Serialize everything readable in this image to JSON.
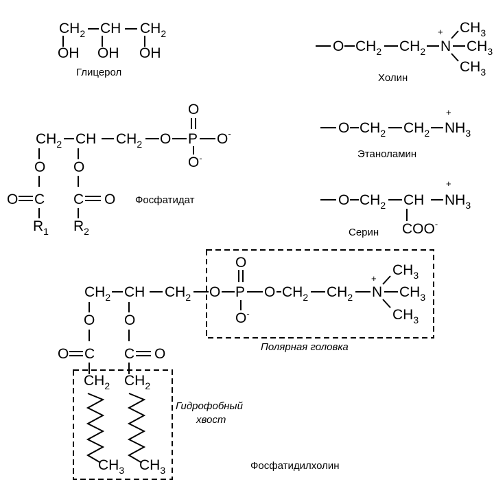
{
  "diagram": {
    "title": "Phospholipid structures",
    "molecules": {
      "glycerol": {
        "label": "Глицерол",
        "atoms": [
          "CH",
          "2",
          "CH",
          "CH",
          "2",
          "OH",
          "OH",
          "OH"
        ]
      },
      "choline": {
        "label": "Холин",
        "atoms": [
          "O",
          "CH",
          "2",
          "CH",
          "2",
          "N",
          "+",
          "CH",
          "3",
          "CH",
          "3",
          "CH",
          "3"
        ]
      },
      "phosphatidate": {
        "label": "Фосфатидат",
        "atoms": [
          "CH",
          "2",
          "CH",
          "CH",
          "2",
          "O",
          "P",
          "O",
          "O",
          "-",
          "O",
          "-",
          "O",
          "O",
          "O",
          "C",
          "C",
          "O",
          "R",
          "1",
          "R",
          "2"
        ]
      },
      "ethanolamine": {
        "label": "Этаноламин",
        "atoms": [
          "O",
          "CH",
          "2",
          "CH",
          "2",
          "NH",
          "3",
          "+"
        ]
      },
      "serine": {
        "label": "Серин",
        "atoms": [
          "O",
          "CH",
          "2",
          "CH",
          "NH",
          "3",
          "+",
          "COO",
          "-"
        ]
      },
      "phosphatidylcholine": {
        "label": "Фосфатидилхолин",
        "polar_head_label": "Полярная головка",
        "hydrophobic_tail_label_line1": "Гидрофобный",
        "hydrophobic_tail_label_line2": "хвост",
        "atoms": [
          "CH",
          "2",
          "CH",
          "CH",
          "2",
          "O",
          "P",
          "O",
          "O",
          "-",
          "O",
          "CH",
          "2",
          "CH",
          "2",
          "N",
          "+",
          "CH",
          "3",
          "CH",
          "3",
          "CH",
          "3",
          "O",
          "O",
          "C",
          "C",
          "O",
          "O",
          "CH",
          "2",
          "CH",
          "2",
          "CH",
          "3",
          "CH",
          "3"
        ]
      }
    }
  }
}
